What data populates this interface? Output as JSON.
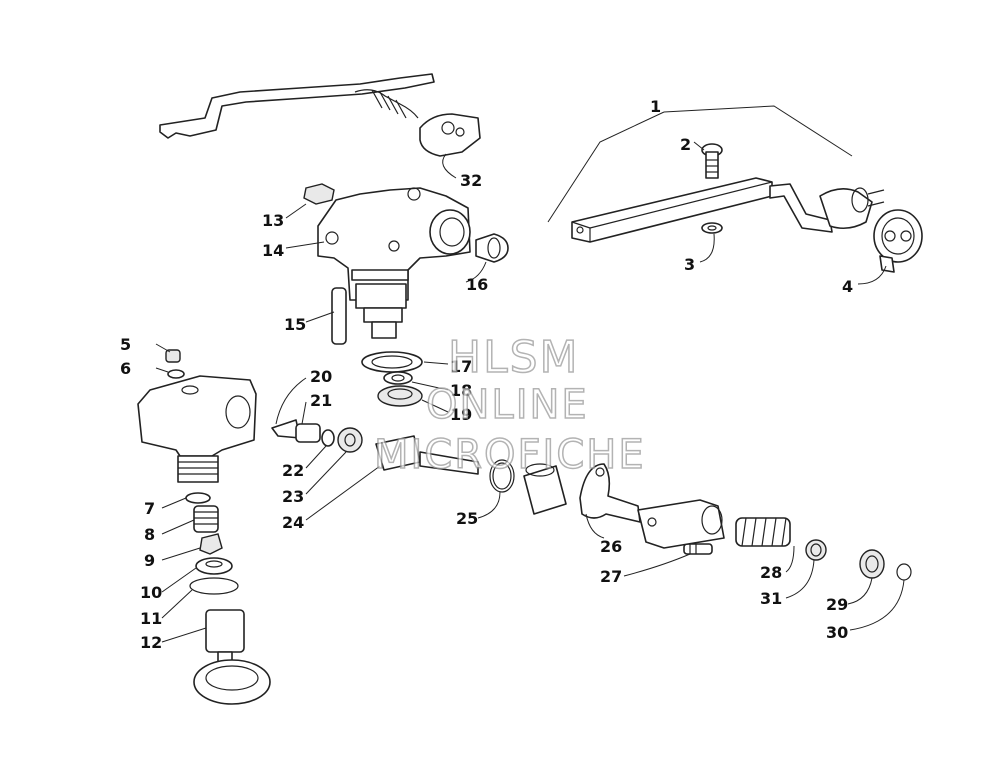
{
  "watermark": {
    "line1": "HLSM",
    "line2": "ONLINE",
    "line3": "MICROFICHE",
    "color": "#9a9a9a"
  },
  "callouts": [
    "1",
    "2",
    "3",
    "4",
    "5",
    "6",
    "7",
    "8",
    "9",
    "10",
    "11",
    "12",
    "13",
    "14",
    "15",
    "16",
    "17",
    "18",
    "19",
    "20",
    "21",
    "22",
    "23",
    "24",
    "25",
    "26",
    "27",
    "28",
    "29",
    "30",
    "31",
    "32"
  ],
  "colors": {
    "line": "#222222",
    "background": "#ffffff"
  }
}
